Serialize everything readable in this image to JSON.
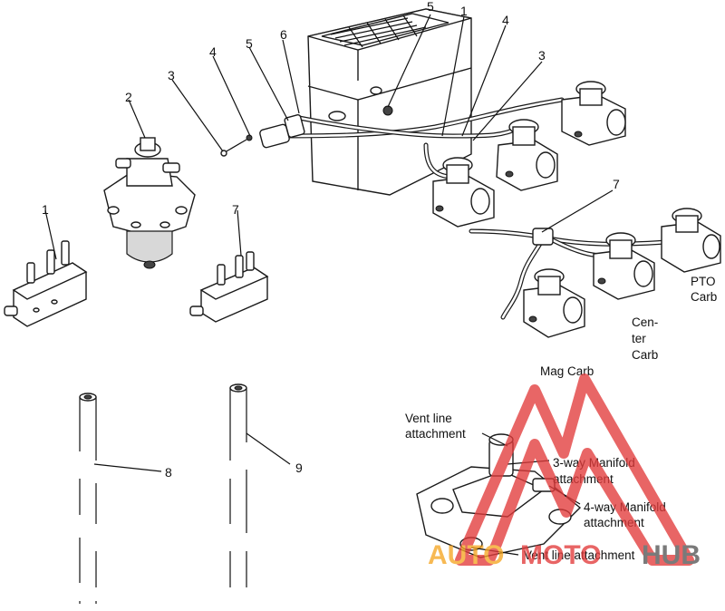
{
  "callouts": {
    "c5_top": "5",
    "c1_top": "1",
    "c4_top": "4",
    "c3_top": "3",
    "c4_mid": "4",
    "c5_mid": "5",
    "c6": "6",
    "c3_left": "3",
    "c2": "2",
    "c1_left": "1",
    "c7_left": "7",
    "c7_right": "7",
    "c8": "8",
    "c9": "9"
  },
  "labels": {
    "pto_carb_1": "PTO",
    "pto_carb_2": "Carb",
    "center_carb_1": "Cen-",
    "center_carb_2": "ter",
    "center_carb_3": "Carb",
    "mag_carb": "Mag Carb",
    "vent_line_1": "Vent line",
    "vent_line_2": "attachment",
    "three_way_1": "3-way Manifold",
    "three_way_2": "attachment",
    "four_way_1": "4-way Manifold",
    "four_way_2": "attachment",
    "vent_line_bottom": "Vent line attachment"
  },
  "watermark": {
    "part1": "AUTO",
    "part2": "MOTO",
    "part3": "HUB",
    "color_red": "#e23b3b",
    "color_orange": "#f5a623",
    "color_gray": "#555555"
  }
}
